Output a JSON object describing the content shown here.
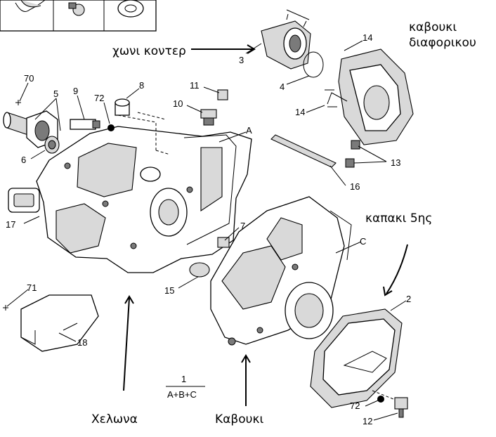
{
  "diagram": {
    "annotations": {
      "xoni_konter": "χωνι κοντερ",
      "kavouki_diaforikou_1": "καβουκι",
      "kavouki_diaforikou_2": "διαφορικου",
      "kapaki_5is": "καπακι 5ης",
      "xelona": "Χελωνα",
      "kavouki": "Καβουκι"
    },
    "part_numbers": {
      "p70": "70",
      "p5": "5",
      "p9": "9",
      "p72a": "72",
      "p8": "8",
      "p11": "11",
      "p10": "10",
      "p6": "6",
      "p3": "3",
      "p4": "4",
      "p14a": "14",
      "p14b": "14",
      "pA": "A",
      "p13": "13",
      "p16": "16",
      "p17": "17",
      "p7": "7",
      "pC": "C",
      "p15": "15",
      "p71": "71",
      "p18": "18",
      "p2": "2",
      "p72b": "72",
      "p12": "12"
    },
    "formula": {
      "numerator": "1",
      "denominator": "A+B+C"
    }
  }
}
